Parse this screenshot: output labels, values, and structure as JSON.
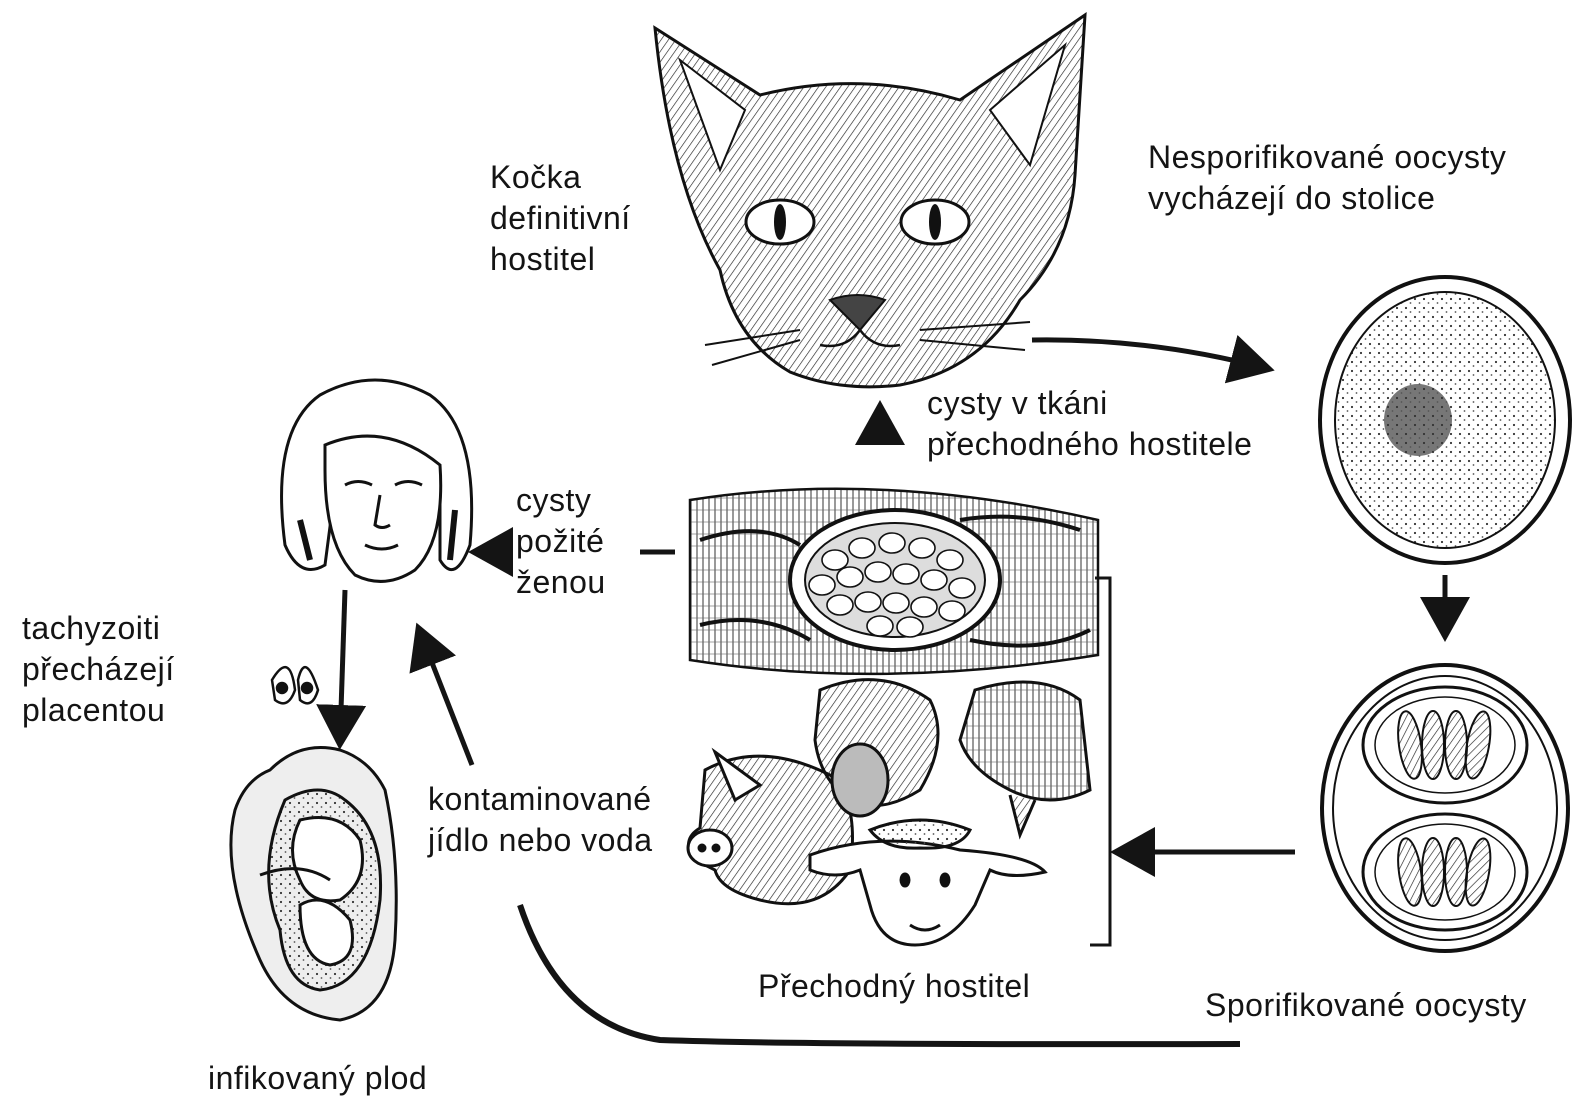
{
  "labels": {
    "cat": [
      "Kočka",
      "definitivní",
      "hostitel"
    ],
    "unsporulated": [
      "Nesporifikované oocysty",
      "vycházejí do stolice"
    ],
    "tissue_cysts": [
      "cysty v tkáni",
      "přechodného hostitele"
    ],
    "eaten_by_woman": [
      "cysty",
      "požité",
      "ženou"
    ],
    "tachyzoites": [
      "tachyzoiti",
      "přecházejí",
      "placentou"
    ],
    "contaminated": [
      "kontaminované",
      "jídlo nebo voda"
    ],
    "intermediate_host": "Přechodný hostitel",
    "sporulated": "Sporifikované oocysty",
    "fetus": "infikovaný plod"
  },
  "icons": {
    "cat": "cat-head-illustration",
    "oocyst_unsporulated": "unsporulated-oocyst",
    "oocyst_sporulated": "sporulated-oocyst",
    "woman": "woman-head-illustration",
    "tissue_cyst": "muscle-tissue-cyst",
    "animals": "farm-animals-group",
    "fetus": "fetus-in-uterus",
    "tachyzoite": "tachyzoites"
  },
  "colors": {
    "ink": "#141414",
    "background": "#ffffff"
  }
}
